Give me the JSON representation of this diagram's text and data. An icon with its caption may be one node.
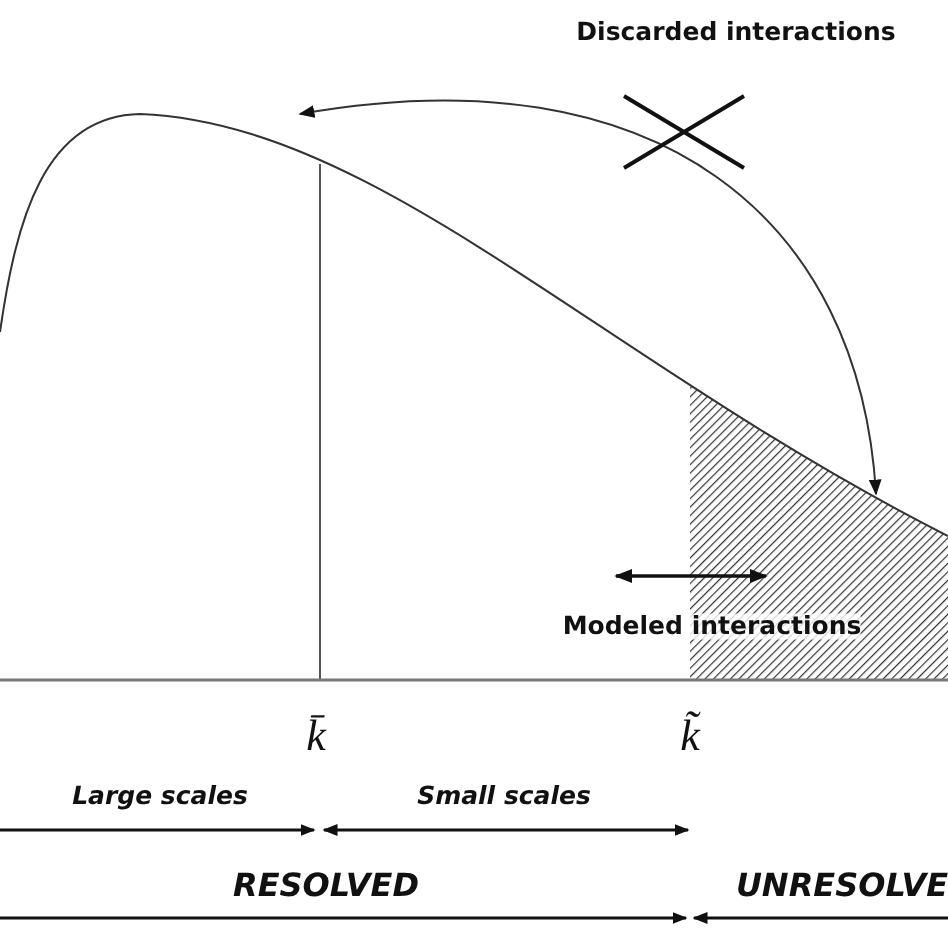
{
  "diagram": {
    "labels": [
      "Discarded interactions",
      "Modeled interactions",
      "k̄",
      "k̃",
      "Large scales",
      "Small scales",
      "RESOLVED",
      "UNRESOLVE"
    ]
  }
}
